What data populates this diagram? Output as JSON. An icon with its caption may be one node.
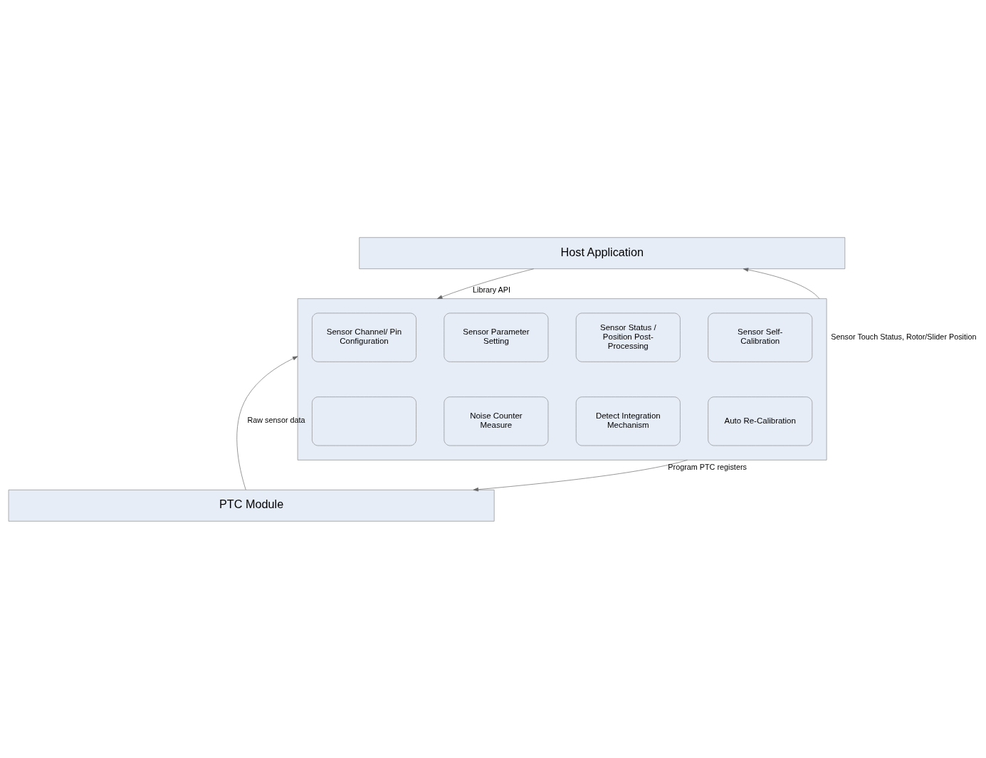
{
  "diagram": {
    "nodes": [
      {
        "text": [
          "Host Application"
        ]
      },
      {
        "text": [],
        "shape": "box"
      },
      {
        "text": [
          "Sensor Channel/ Pin Configuration"
        ],
        "in": 1
      },
      {
        "text": [
          "Sensor Parameter Setting"
        ],
        "in": 1
      },
      {
        "text": [
          "Sensor Status / Position Post-Processing"
        ],
        "in": 1
      },
      {
        "text": [
          "Sensor Self-Calibration"
        ],
        "in": 1
      },
      {
        "text": [],
        "shape": "box",
        "in": 1
      },
      {
        "text": [
          "Noise Counter Measure"
        ],
        "in": 1
      },
      {
        "text": [
          "Detect Integration Mechanism"
        ],
        "in": 1
      },
      {
        "text": [
          "Auto Re-Calibration"
        ],
        "in": 1
      },
      {
        "text": [
          "PTC Module"
        ]
      }
    ],
    "edges": [
      {
        "from": 0,
        "to": 1,
        "arrow": "to",
        "label": "Library API"
      },
      {
        "from": 1,
        "to": 0,
        "arrow": "to",
        "label": "Sensor Touch Status, Rotor/Slider Position"
      },
      {
        "from": 1,
        "to": 10,
        "arrow": "to",
        "label": "Program PTC registers"
      },
      {
        "from": 10,
        "to": 1,
        "arrow": "to",
        "label": "Raw sensor data"
      }
    ]
  }
}
